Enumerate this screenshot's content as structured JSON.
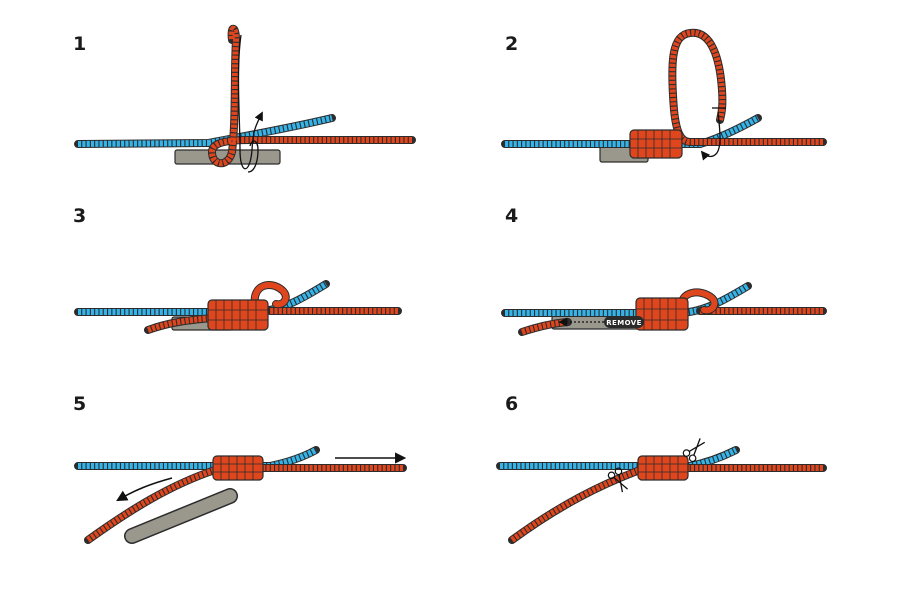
{
  "colors": {
    "blue_line": "#35b4ea",
    "red_line": "#e0461d",
    "tube": "#9a978d",
    "outline": "#2c2c2c",
    "arrow": "#111111",
    "remove_bg": "#2b2b2b"
  },
  "steps": [
    {
      "number": "1",
      "icons": [
        "wrap-arrow-icon"
      ]
    },
    {
      "number": "2",
      "icons": [
        "thread-arrow-icon"
      ]
    },
    {
      "number": "3",
      "icons": []
    },
    {
      "number": "4",
      "icons": [
        "remove-arrow-icon"
      ],
      "label": "REMOVE"
    },
    {
      "number": "5",
      "icons": [
        "pull-arrow-left-icon",
        "pull-arrow-right-icon"
      ]
    },
    {
      "number": "6",
      "icons": [
        "scissors-icon",
        "scissors-icon"
      ]
    }
  ]
}
